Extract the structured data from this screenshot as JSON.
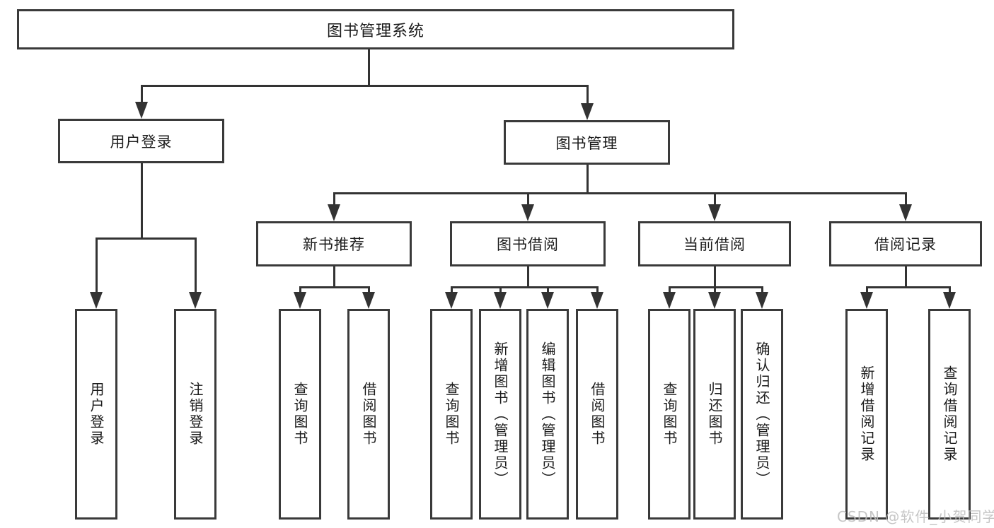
{
  "tree": {
    "label": "图书管理系统",
    "children": [
      {
        "label": "用户登录",
        "children": [
          {
            "label": "用户登录"
          },
          {
            "label": "注销登录"
          }
        ]
      },
      {
        "label": "图书管理",
        "children": [
          {
            "label": "新书推荐",
            "children": [
              {
                "label": "查询图书"
              },
              {
                "label": "借阅图书"
              }
            ]
          },
          {
            "label": "图书借阅",
            "children": [
              {
                "label": "查询图书"
              },
              {
                "label": "新增图书（管理员）"
              },
              {
                "label": "编辑图书（管理员）"
              },
              {
                "label": "借阅图书"
              }
            ]
          },
          {
            "label": "当前借阅",
            "children": [
              {
                "label": "查询图书"
              },
              {
                "label": "归还图书"
              },
              {
                "label": "确认归还（管理员）"
              }
            ]
          },
          {
            "label": "借阅记录",
            "children": [
              {
                "label": "新增借阅记录"
              },
              {
                "label": "查询借阅记录"
              }
            ]
          }
        ]
      }
    ]
  },
  "watermark": {
    "text": "CSDN @软件_小贺同学",
    "color": "#bdbdbd"
  },
  "colors": {
    "line": "#333333",
    "box_border": "#3a3a3a",
    "text": "#1b1b1b",
    "background": "#ffffff"
  }
}
